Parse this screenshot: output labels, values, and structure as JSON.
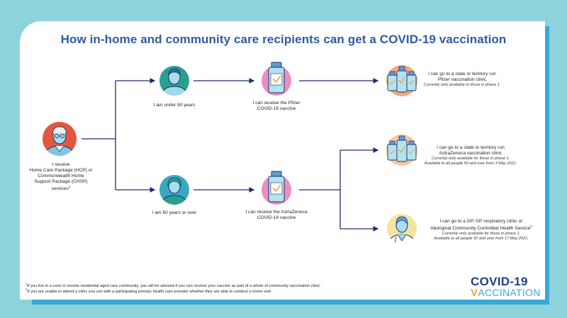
{
  "title": "How in-home and community care recipients can get a COVID-19 vaccination",
  "start": {
    "lines": [
      "I receive",
      "Home Care Package (HCP) or",
      "Commonwealth Home",
      "Support Package (CHSP)",
      "services"
    ],
    "superscript": "1"
  },
  "age_under": "I am under 50 years",
  "age_over": "I am 50 years or over",
  "vaccine_pfizer": [
    "I can receive the Pfizer",
    "COVID-19 vaccine"
  ],
  "vaccine_az": [
    "I can receive the AstraZeneca",
    "COVID-19 vaccine"
  ],
  "outcome_pfizer": {
    "lines": [
      "I can go to a state or territory run",
      "Pfizer vaccination clinic"
    ],
    "notes": [
      "Currently only available to those in phase 1."
    ]
  },
  "outcome_az_clinic": {
    "lines": [
      "I can go to a state or territory run",
      "AstraZeneca vaccination clinic"
    ],
    "notes": [
      "Currently only available for those in phase 1.",
      "Available to all people 50 and over from 3 May 2021."
    ]
  },
  "outcome_gp": {
    "lines": [
      "I can go to a GP, GP respiratory clinic or",
      "Aboriginal Community Controlled Health Service"
    ],
    "superscript": "2",
    "notes": [
      "Currently only available for those in phase 1.",
      "Available to all people 50 and over from 17 May 2021."
    ]
  },
  "footnotes": [
    {
      "mark": "1",
      "text": "If you live in a rural or remote residential aged care community, you will be advised if you can receive your vaccine as part of a whole of community vaccination clinic."
    },
    {
      "mark": "2",
      "text": "If you are unable to attend a clinic you can with a participating primary health care provider whether they are able to conduct a home visit."
    }
  ],
  "logo": {
    "line1": "COVID-19",
    "line2_v": "V",
    "line2_rest": "ACCINATION"
  },
  "colors": {
    "background": "#8ed3db",
    "stripe": "#3aa7d8",
    "title": "#2e5aa6",
    "connector": "#1d2f6b",
    "avatar_red": "#e4573f",
    "avatar_green": "#2a9f8f",
    "avatar_teal": "#3aa7c2",
    "vaccine_pink": "#ea8fc0",
    "clinic_orange": "#f4a77c",
    "clinic_peach": "#f6c7a0",
    "gp_yellow": "#f3e4a3"
  }
}
